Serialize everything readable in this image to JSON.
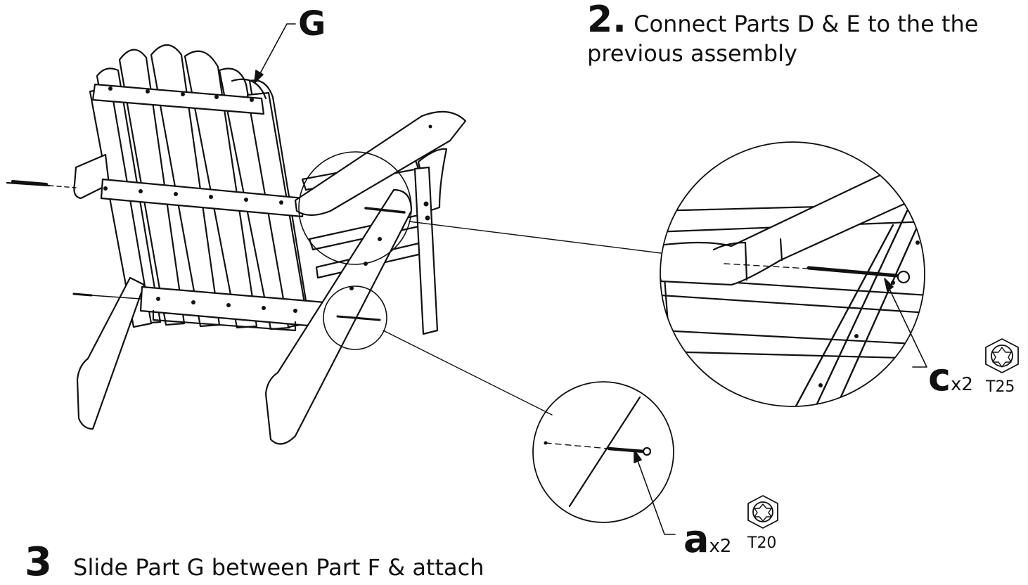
{
  "part_label": "G",
  "step2": {
    "number": "2.",
    "line1": "Connect Parts D & E to the the",
    "line2": "previous assembly"
  },
  "step3": {
    "number": "3",
    "text": "Slide Part G between Part F & attach"
  },
  "fastener_c": {
    "letter": "c",
    "qty": "x2",
    "drive": "T25"
  },
  "fastener_a": {
    "letter": "a",
    "qty": "x2",
    "drive": "T20"
  },
  "colors": {
    "line": "#111111",
    "background": "#ffffff"
  }
}
